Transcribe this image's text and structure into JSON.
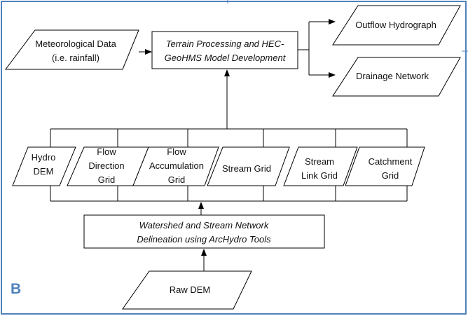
{
  "panel_label": "B",
  "colors": {
    "frame": "#4f81bd",
    "stroke": "#000000",
    "text": "#111111"
  },
  "nodes": {
    "meteorological_data": {
      "line1": "Meteorological Data",
      "line2": "(i.e. rainfall)"
    },
    "terrain_processing": {
      "line1": "Terrain Processing and HEC-",
      "line2": "GeoHMS Model Development"
    },
    "outflow_hydrograph": {
      "line1": "Outflow Hydrograph"
    },
    "drainage_network": {
      "line1": "Drainage Network"
    },
    "hydro_dem": {
      "line1": "Hydro",
      "line2": "DEM"
    },
    "flow_direction_grid": {
      "line1": "Flow",
      "line2": "Direction",
      "line3": "Grid"
    },
    "flow_accumulation_grid": {
      "line1": "Flow",
      "line2": "Accumulation",
      "line3": "Grid"
    },
    "stream_grid": {
      "line1": "Stream Grid"
    },
    "stream_link_grid": {
      "line1": "Stream",
      "line2": "Link Grid"
    },
    "catchment_grid": {
      "line1": "Catchment",
      "line2": "Grid"
    },
    "watershed_delineation": {
      "line1": "Watershed and Stream Network",
      "line2": "Delineation using ArcHydro Tools"
    },
    "raw_dem": {
      "line1": "Raw DEM"
    }
  }
}
